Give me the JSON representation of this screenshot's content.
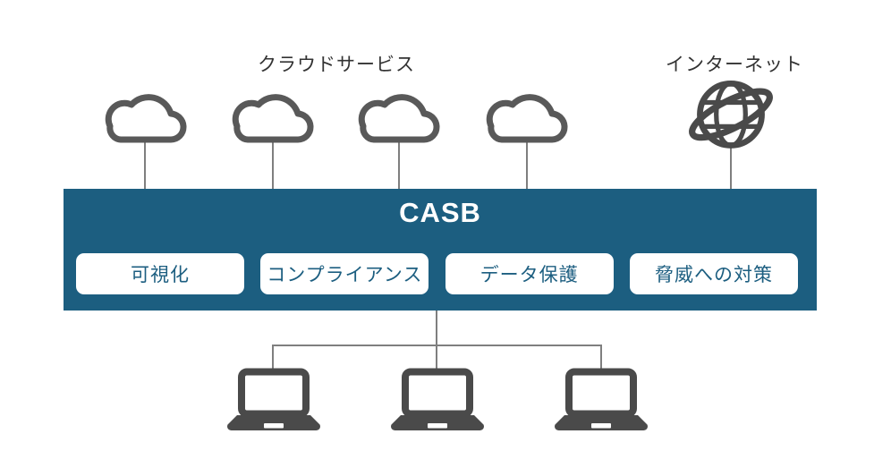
{
  "labels": {
    "cloud_services": "クラウドサービス",
    "internet": "インターネット"
  },
  "casb": {
    "title": "CASB",
    "functions": [
      "可視化",
      "コンプライアンス",
      "データ保護",
      "脅威への対策"
    ]
  },
  "icons": {
    "cloud": "cloud-icon",
    "internet": "globe-orbit-icon",
    "device": "laptop-icon"
  },
  "counts": {
    "clouds": 4,
    "devices": 3
  },
  "colors": {
    "banner_teal": "#1c5e80",
    "function_box_bg": "#ffffff",
    "function_box_text": "#1c5e80",
    "banner_title_text": "#ffffff",
    "cloud_outline_gray": "#595959",
    "device_gray": "#4a4a4a",
    "connector_gray": "#7f7f7f",
    "label_text": "#333333"
  }
}
